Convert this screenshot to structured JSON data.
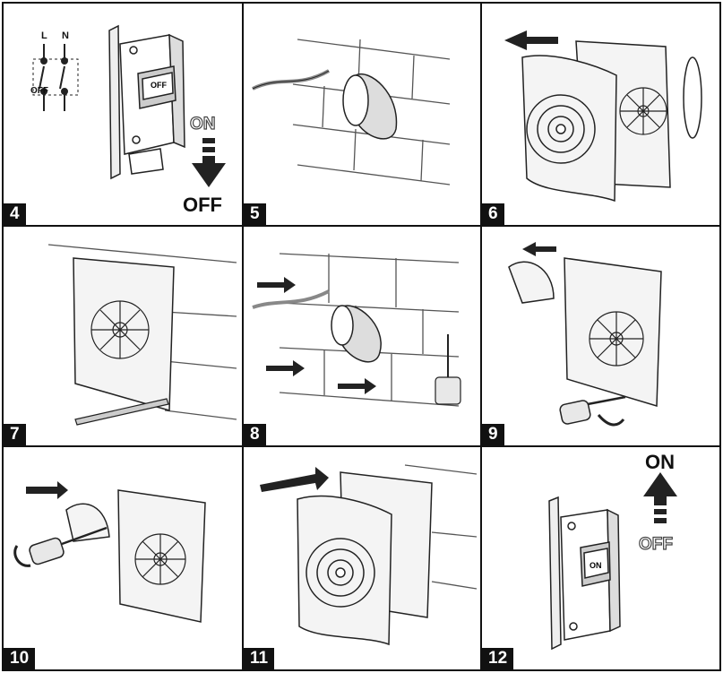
{
  "panels": [
    {
      "number": "4",
      "switch_text": "OFF",
      "from_label": "ON",
      "to_label": "OFF",
      "pole_labels": [
        "L",
        "N"
      ],
      "sym_label": "OFF"
    },
    {
      "number": "5"
    },
    {
      "number": "6"
    },
    {
      "number": "7"
    },
    {
      "number": "8"
    },
    {
      "number": "9"
    },
    {
      "number": "10"
    },
    {
      "number": "11"
    },
    {
      "number": "12",
      "switch_text": "ON",
      "to_label": "ON",
      "from_label": "OFF"
    }
  ],
  "colors": {
    "line": "#222222",
    "wall": "#555555",
    "plate": "#f4f4f4",
    "ink": "#111111"
  },
  "icons": [
    "circuit-breaker-icon",
    "arrow-down-icon",
    "arrow-up-icon",
    "wall-duct-icon",
    "fan-icon",
    "screwdriver-icon",
    "wall-plug-icon"
  ]
}
